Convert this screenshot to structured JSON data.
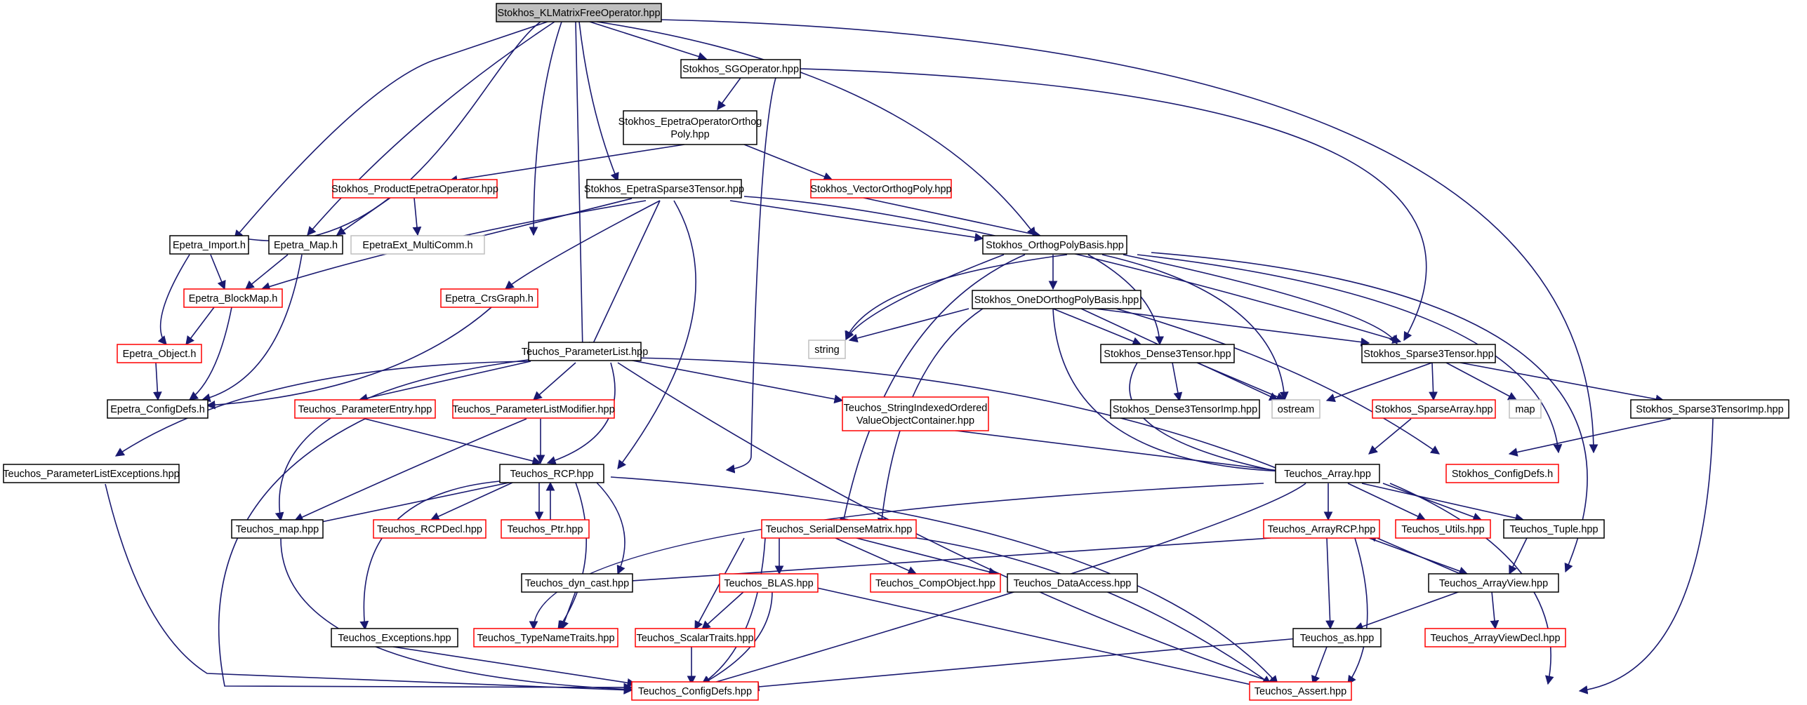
{
  "colors": {
    "edge": "#191970",
    "normal_border": "#000000",
    "missing_border": "#ff0000",
    "external_border": "#bfbfbf",
    "root_fill": "#bfbfbf"
  },
  "nodes": {
    "root": "Stokhos_KLMatrixFreeOperator.hpp",
    "sgop": "Stokhos_SGOperator.hpp",
    "eoop1": "Stokhos_EpetraOperatorOrthog",
    "eoop2": "Poly.hpp",
    "prodEpetra": "Stokhos_ProductEpetraOperator.hpp",
    "vecOrtho": "Stokhos_VectorOrthogPoly.hpp",
    "epetraSparse": "Stokhos_EpetraSparse3Tensor.hpp",
    "orthoBasis": "Stokhos_OrthogPolyBasis.hpp",
    "epetraImport": "Epetra_Import.h",
    "epetraMap": "Epetra_Map.h",
    "multiComm": "EpetraExt_MultiComm.h",
    "blockMap": "Epetra_BlockMap.h",
    "crsGraph": "Epetra_CrsGraph.h",
    "epetraObject": "Epetra_Object.h",
    "configDefsH": "Epetra_ConfigDefs.h",
    "oneD": "Stokhos_OneDOrthogPolyBasis.hpp",
    "string": "string",
    "paramList": "Teuchos_ParameterList.hpp",
    "dense3": "Stokhos_Dense3Tensor.hpp",
    "sparse3": "Stokhos_Sparse3Tensor.hpp",
    "ostream": "ostream",
    "paramEntry": "Teuchos_ParameterEntry.hpp",
    "paramMod": "Teuchos_ParameterListModifier.hpp",
    "strIdx1": "Teuchos_StringIndexedOrdered",
    "strIdx2": "ValueObjectContainer.hpp",
    "dense3Imp": "Stokhos_Dense3TensorImp.hpp",
    "sparseArray": "Stokhos_SparseArray.hpp",
    "map": "map",
    "sparse3Imp": "Stokhos_Sparse3TensorImp.hpp",
    "paramExc": "Teuchos_ParameterListExceptions.hpp",
    "rcp": "Teuchos_RCP.hpp",
    "array": "Teuchos_Array.hpp",
    "stokhosConfig": "Stokhos_ConfigDefs.h",
    "tmap": "Teuchos_map.hpp",
    "rcpDecl": "Teuchos_RCPDecl.hpp",
    "ptr": "Teuchos_Ptr.hpp",
    "serialDense": "Teuchos_SerialDenseMatrix.hpp",
    "arrayRCP": "Teuchos_ArrayRCP.hpp",
    "utils": "Teuchos_Utils.hpp",
    "tuple": "Teuchos_Tuple.hpp",
    "dynCast": "Teuchos_dyn_cast.hpp",
    "blas": "Teuchos_BLAS.hpp",
    "compObject": "Teuchos_CompObject.hpp",
    "dataAccess": "Teuchos_DataAccess.hpp",
    "arrayView": "Teuchos_ArrayView.hpp",
    "exceptions": "Teuchos_Exceptions.hpp",
    "typeName": "Teuchos_TypeNameTraits.hpp",
    "scalarTraits": "Teuchos_ScalarTraits.hpp",
    "as": "Teuchos_as.hpp",
    "arrayViewDecl": "Teuchos_ArrayViewDecl.hpp",
    "tConfig": "Teuchos_ConfigDefs.hpp",
    "assert": "Teuchos_Assert.hpp"
  }
}
